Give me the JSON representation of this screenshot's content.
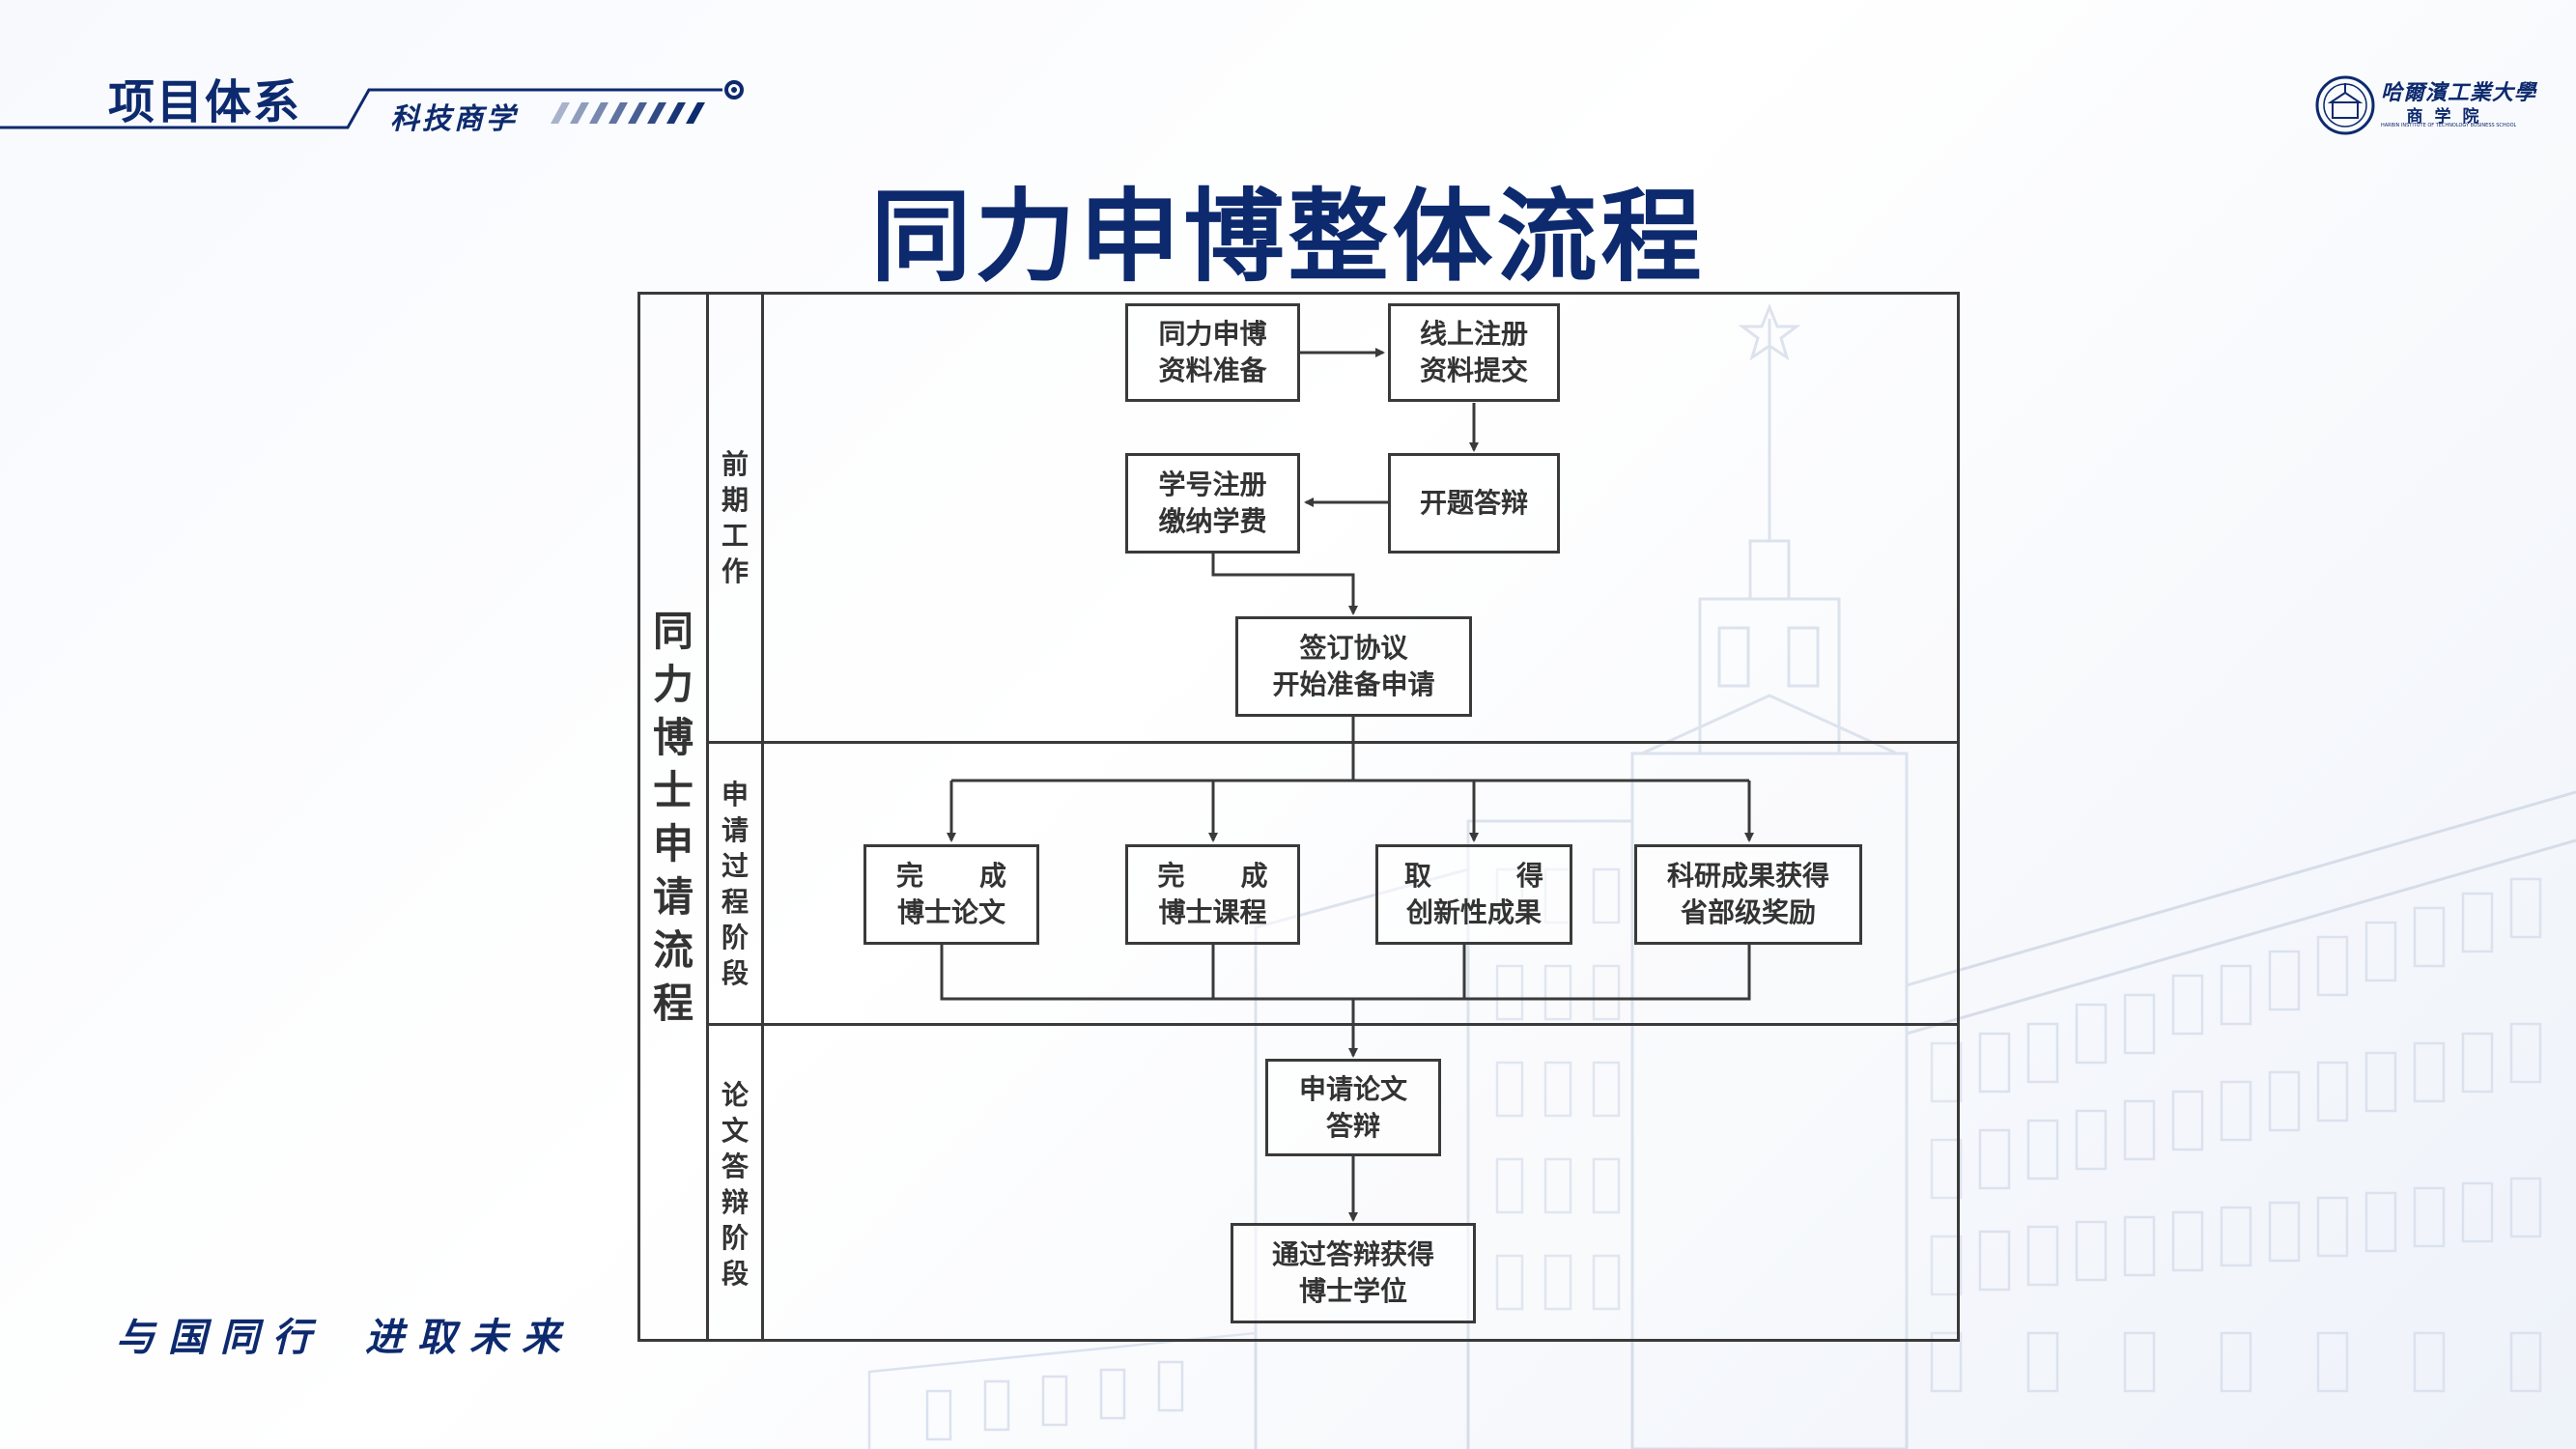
{
  "header": {
    "section_title": "项目体系",
    "sub_brand": "科技商学"
  },
  "logo": {
    "name_cn": "哈爾濱工業大學",
    "school_cn": "商学院",
    "name_en": "HARBIN INSTITUTE OF TECHNOLOGY BUSINESS SCHOOL"
  },
  "title": "同力申博整体流程",
  "slogan": [
    "与国同行",
    "进取未来"
  ],
  "diagram": {
    "main_label": "同力博士申请流程",
    "stages": [
      {
        "label": "前期工作"
      },
      {
        "label": "申请过程阶段"
      },
      {
        "label": "论文答辩阶段"
      }
    ],
    "nodes": {
      "prep_materials": [
        "同力申博",
        "资料准备"
      ],
      "online_register": [
        "线上注册",
        "资料提交"
      ],
      "student_id": [
        "学号注册",
        "缴纳学费"
      ],
      "proposal_defense": [
        "开题答辩"
      ],
      "sign_agreement": [
        "签订协议",
        "开始准备申请"
      ],
      "thesis": [
        [
          "完",
          "成"
        ],
        "博士论文"
      ],
      "courses": [
        [
          "完",
          "成"
        ],
        "博士课程"
      ],
      "innovation": [
        [
          "取",
          "得"
        ],
        "创新性成果"
      ],
      "award": [
        "科研成果获得",
        "省部级奖励"
      ],
      "thesis_defense": [
        "申请论文",
        "答辩"
      ],
      "degree": [
        "通过答辩获得",
        "博士学位"
      ]
    }
  },
  "colors": {
    "brand_navy": "#0d2a6e",
    "line_gray": "#3a3a3a"
  }
}
